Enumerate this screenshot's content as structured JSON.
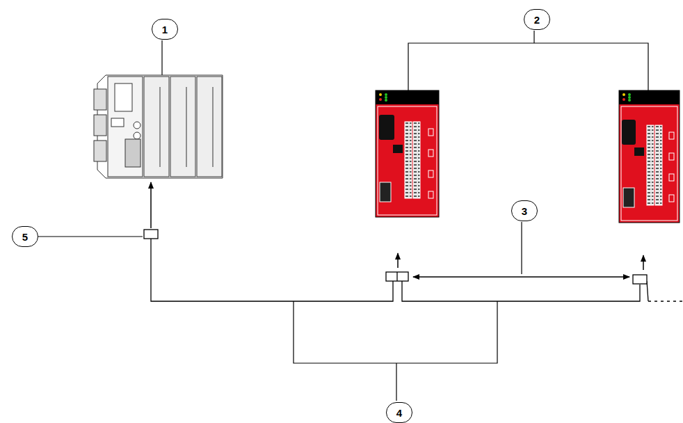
{
  "diagram": {
    "labels": [
      "1",
      "2",
      "3",
      "5",
      "4"
    ]
  }
}
